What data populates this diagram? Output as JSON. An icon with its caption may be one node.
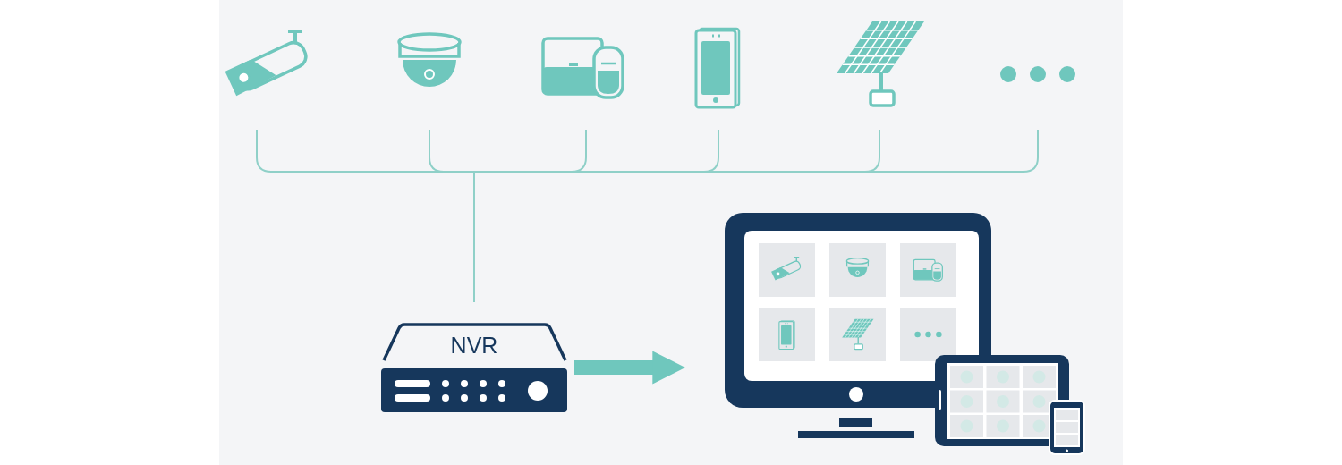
{
  "diagram": {
    "nodes": [
      {
        "text": [],
        "shape": "picture"
      },
      {
        "text": [],
        "shape": "picture"
      },
      {
        "text": [],
        "shape": "picture"
      },
      {
        "text": [],
        "shape": "picture"
      },
      {
        "text": [],
        "shape": "picture"
      },
      {
        "text": [],
        "shape": "picture"
      },
      {
        "text": [
          "NVR"
        ]
      },
      {
        "text": [],
        "shape": "picture"
      }
    ],
    "edges": [
      {
        "from": 0,
        "to": 6,
        "arrow": "none"
      },
      {
        "from": 1,
        "to": 6,
        "arrow": "none"
      },
      {
        "from": 2,
        "to": 6,
        "arrow": "none"
      },
      {
        "from": 3,
        "to": 6,
        "arrow": "none"
      },
      {
        "from": 4,
        "to": 6,
        "arrow": "none"
      },
      {
        "from": 5,
        "to": 6,
        "arrow": "none"
      },
      {
        "from": 6,
        "to": 7,
        "arrow": "to",
        "style": "thick"
      }
    ]
  }
}
